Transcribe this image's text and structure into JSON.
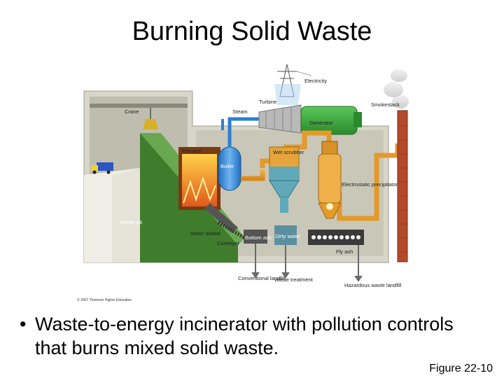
{
  "title": "Burning Solid Waste",
  "diagram": {
    "labels": {
      "electricity": "Electricity",
      "smokestack": "Smokestack",
      "steam": "Steam",
      "turbine": "Turbine",
      "generator": "Generator",
      "crane": "Crane",
      "furnace": "Furnace",
      "boiler": "Boiler",
      "wet_scrubber": "Wet scrubber",
      "electrostatic_precipitator": "Electrostatic precipitator",
      "waste_pit": "Waste pit",
      "water_added": "Water added",
      "conveyor": "Conveyor",
      "bottom_ash": "Bottom ash",
      "dirty_water": "Dirty water",
      "fly_ash": "Fly ash",
      "conventional_landfill": "Conventional landfill",
      "waste_treatment": "Waste treatment",
      "hazardous_waste_landfill": "Hazardous waste landfill"
    },
    "copyright": "© 2007 Thomson Higher Education"
  },
  "bullet": "Waste-to-energy incinerator with pollution controls that burns mixed solid waste.",
  "figure_label": "Figure 22-10"
}
